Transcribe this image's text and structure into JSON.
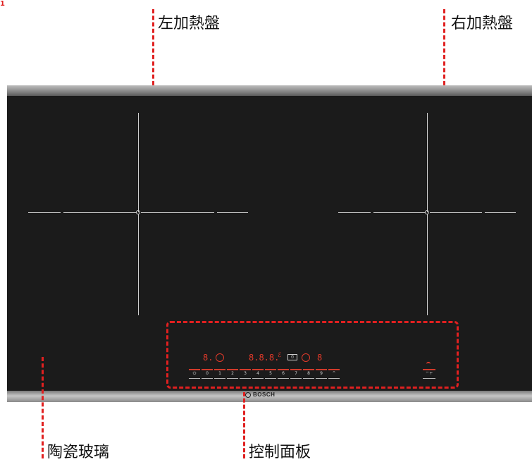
{
  "corner_mark": "1",
  "labels": {
    "left_zone": "左加熱盤",
    "right_zone": "右加熱盤",
    "glass": "陶瓷玻璃",
    "control_panel": "控制面板"
  },
  "brand": "BOSCH",
  "display": {
    "left_power": "8.",
    "timer": "8.8.8.",
    "right_power": "8"
  },
  "keys": [
    "⏻",
    "0",
    "1",
    "2",
    "3",
    "4",
    "5",
    "6",
    "7",
    "8",
    "9",
    "^"
  ],
  "wifi_key": "⌔+",
  "colors": {
    "glass": "#1b1b1b",
    "callout": "#e02020",
    "display": "#e23a2a"
  }
}
